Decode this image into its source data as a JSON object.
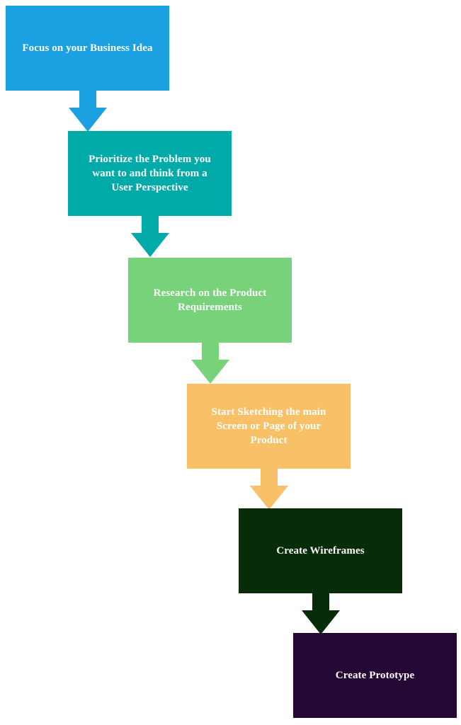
{
  "steps": [
    {
      "label": "Focus on your Business Idea",
      "color": "#1ba1e2"
    },
    {
      "label": "Prioritize the Problem you want to and think from a User Perspective",
      "color": "#00aaa8"
    },
    {
      "label": "Research on the Product Requirements",
      "color": "#77d27a"
    },
    {
      "label": "Start Sketching the main Screen or Page of your Product",
      "color": "#f8c167"
    },
    {
      "label": "Create Wireframes",
      "color": "#062d07"
    },
    {
      "label": "Create Prototype",
      "color": "#240733"
    }
  ]
}
